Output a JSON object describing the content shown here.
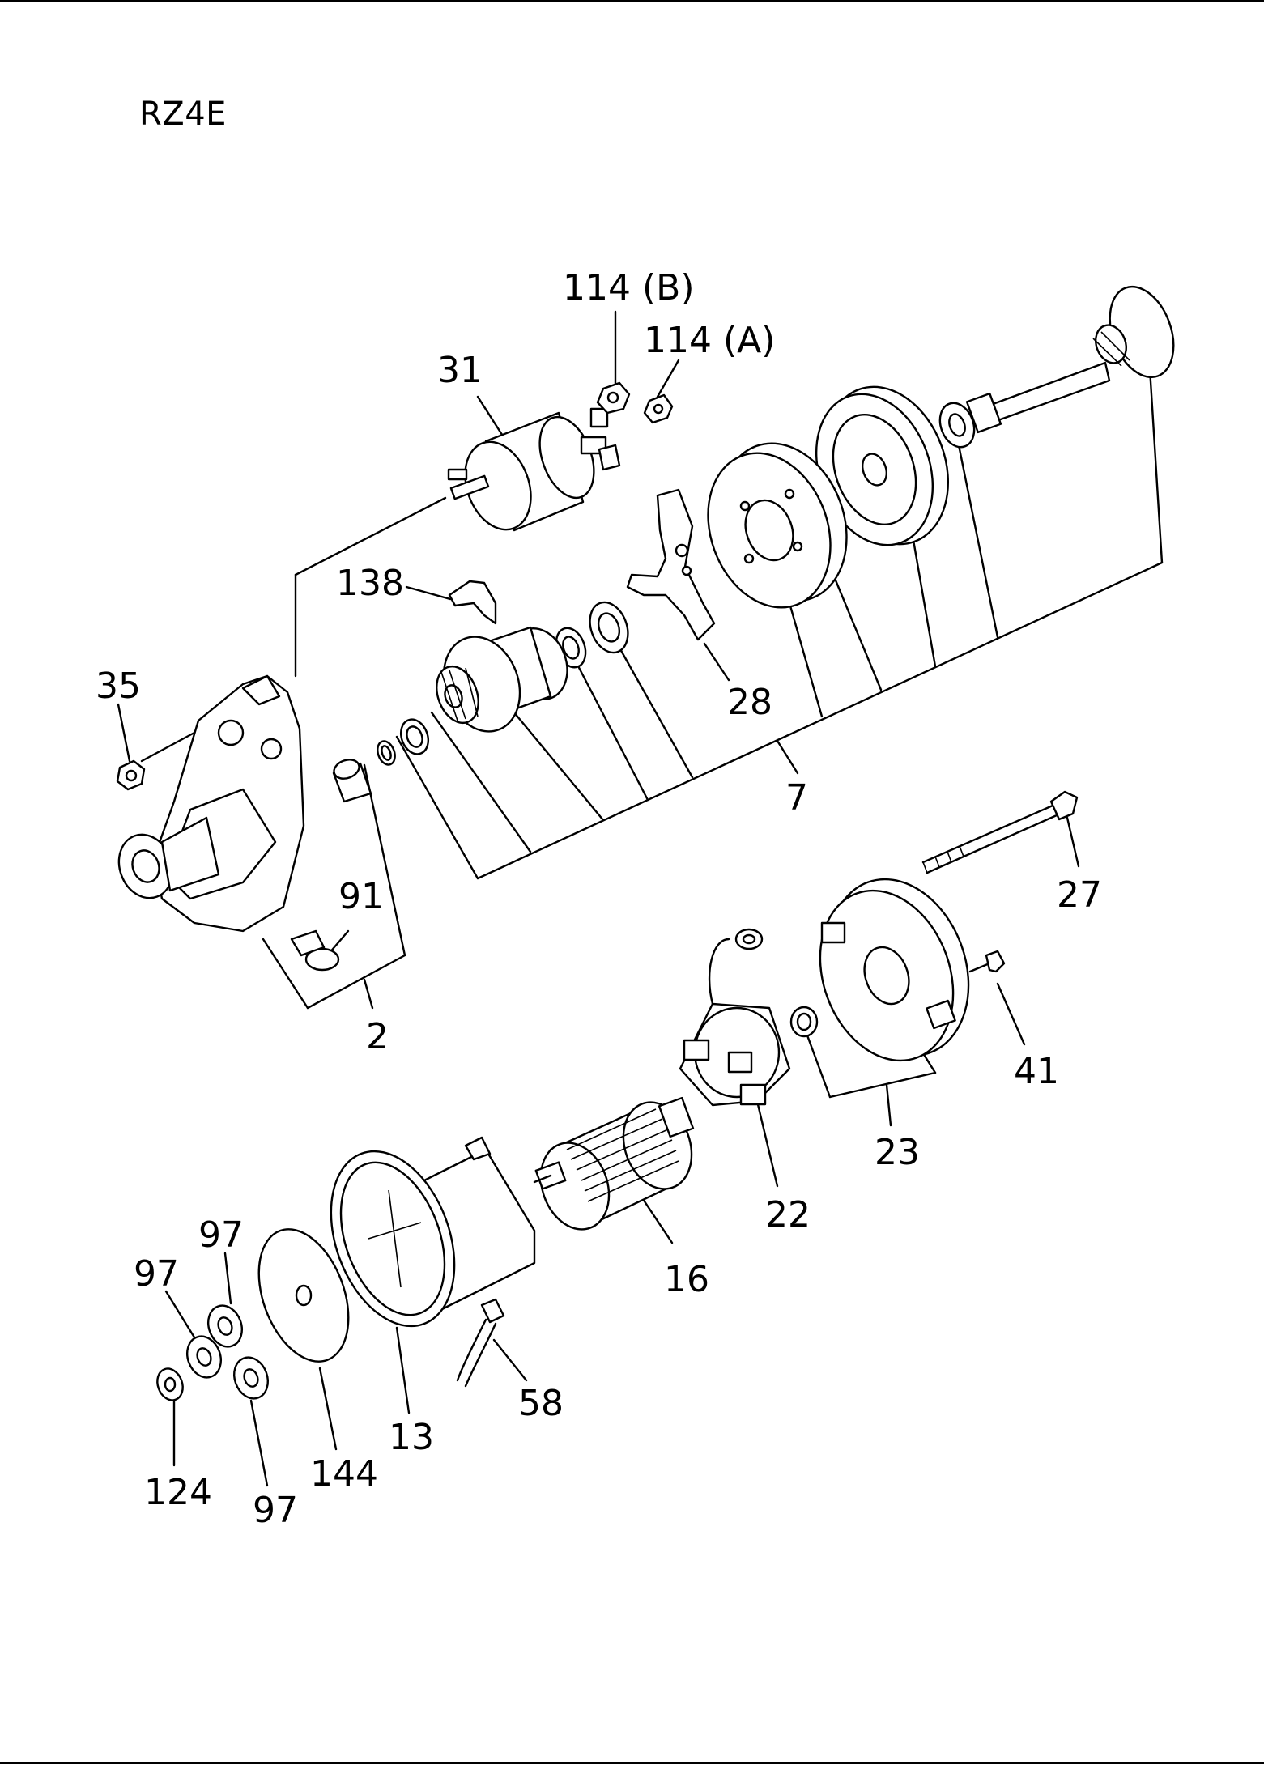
{
  "diagram": {
    "model_code": "RZ4E",
    "callouts": [
      {
        "id": "c-114b",
        "label": "114 (B)"
      },
      {
        "id": "c-114a",
        "label": "114 (A)"
      },
      {
        "id": "c-31",
        "label": "31"
      },
      {
        "id": "c-138",
        "label": "138"
      },
      {
        "id": "c-35",
        "label": "35"
      },
      {
        "id": "c-28",
        "label": "28"
      },
      {
        "id": "c-7",
        "label": "7"
      },
      {
        "id": "c-91",
        "label": "91"
      },
      {
        "id": "c-2",
        "label": "2"
      },
      {
        "id": "c-27",
        "label": "27"
      },
      {
        "id": "c-41",
        "label": "41"
      },
      {
        "id": "c-23",
        "label": "23"
      },
      {
        "id": "c-22",
        "label": "22"
      },
      {
        "id": "c-16",
        "label": "16"
      },
      {
        "id": "c-97a",
        "label": "97"
      },
      {
        "id": "c-97b",
        "label": "97"
      },
      {
        "id": "c-97c",
        "label": "97"
      },
      {
        "id": "c-58",
        "label": "58"
      },
      {
        "id": "c-13",
        "label": "13"
      },
      {
        "id": "c-144",
        "label": "144"
      },
      {
        "id": "c-124",
        "label": "124"
      }
    ]
  }
}
